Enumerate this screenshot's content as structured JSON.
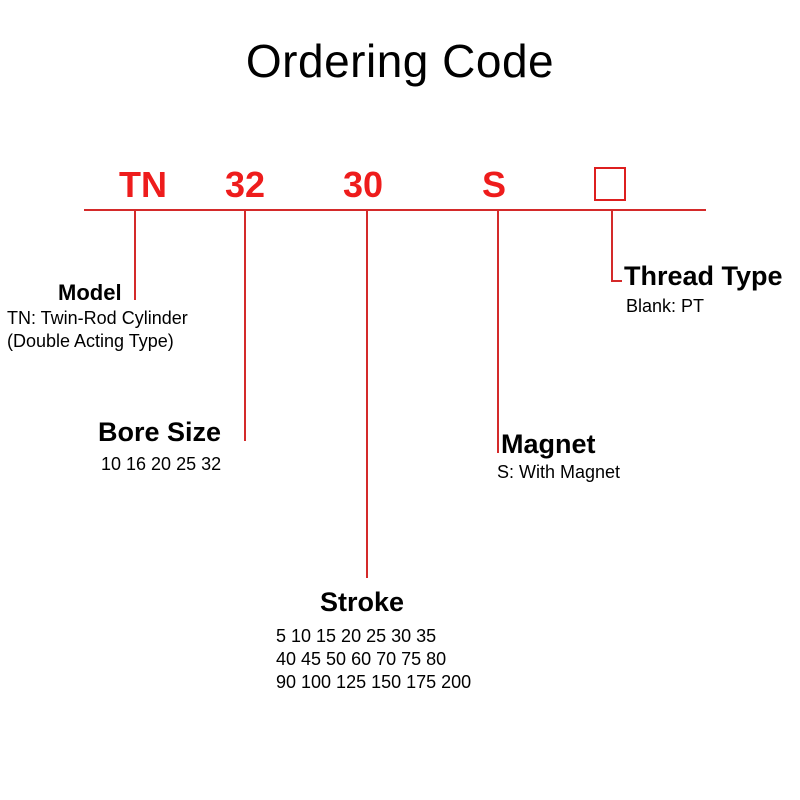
{
  "title": "Ordering Code",
  "code": {
    "segments": [
      "TN",
      "32",
      "30",
      "S"
    ],
    "placeholder_box": true
  },
  "colors": {
    "code_text": "#ee1c1c",
    "lines": "#d42a2a",
    "label_text": "#000000"
  },
  "fields": {
    "model": {
      "label": "Model",
      "lines": [
        "TN: Twin-Rod Cylinder",
        "(Double Acting Type)"
      ]
    },
    "bore_size": {
      "label": "Bore Size",
      "lines": [
        "10 16 20 25 32"
      ]
    },
    "stroke": {
      "label": "Stroke",
      "lines": [
        "5 10 15 20 25 30 35",
        "40 45 50 60 70 75 80",
        "90 100 125 150 175 200"
      ]
    },
    "magnet": {
      "label": "Magnet",
      "lines": [
        "S: With Magnet"
      ]
    },
    "thread_type": {
      "label": "Thread Type",
      "lines": [
        "Blank: PT"
      ]
    }
  }
}
